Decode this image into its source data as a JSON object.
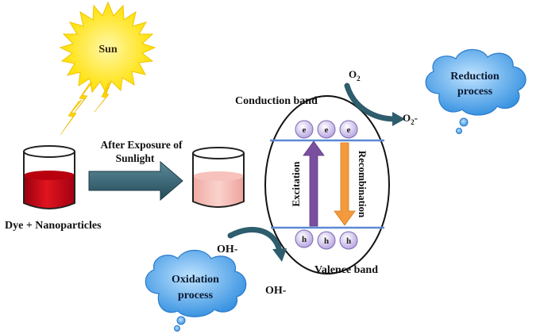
{
  "sun": {
    "label": "Sun"
  },
  "beaker_left": {
    "label": "Dye + Nanoparticles"
  },
  "transfer_arrow": {
    "line1": "After Exposure of",
    "line2": "Sunlight"
  },
  "band": {
    "conduction_label": "Conduction band",
    "valence_label": "Valence band",
    "excitation_label": "Excitation",
    "recombination_label": "Recombination",
    "electron_symbol": "e",
    "hole_symbol": "h"
  },
  "reduction": {
    "o2_in": "O",
    "o2_in_sub": "2",
    "o2_out": "O",
    "o2_out_sub": "2",
    "o2_out_suffix": "-",
    "cloud_line1": "Reduction",
    "cloud_line2": "process"
  },
  "oxidation": {
    "oh_in": "OH-",
    "oh_out": "OH-",
    "cloud_line1": "Oxidation",
    "cloud_line2": "process"
  },
  "colors": {
    "sun_yellow": "#ffe600",
    "dye_red": "#d0101a",
    "treated_pink": "#f4b9b4",
    "arrow_teal": "#2e5d6e",
    "excitation_purple": "#7a4fa0",
    "recombination_orange": "#f39a3c",
    "particle_lilac": "#d6c8ee",
    "cloud_blue": "#4b9fe8"
  }
}
